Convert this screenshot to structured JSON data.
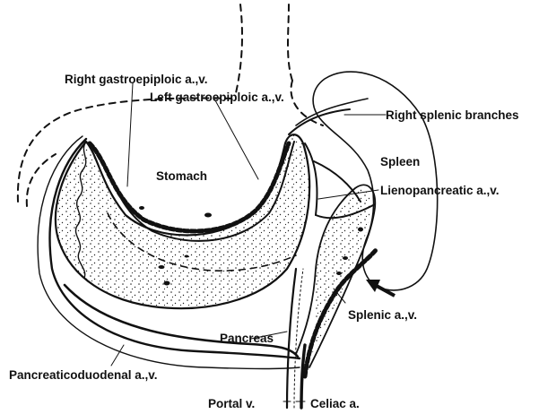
{
  "labels": {
    "right_gastroepiploic": "Right gastroepiploic a.,v.",
    "left_gastroepiploic": "Left gastroepiploic a.,v.",
    "right_splenic_branches": "Right splenic branches",
    "stomach": "Stomach",
    "spleen": "Spleen",
    "lienopancreatic": "Lienopancreatic a.,v.",
    "splenic": "Splenic a.,v.",
    "pancreas": "Pancreas",
    "pancreaticoduodenal": "Pancreaticoduodenal a.,v.",
    "portal": "Portal v.",
    "celiac": "Celiac a."
  },
  "colors": {
    "ink": "#111111",
    "background": "#ffffff"
  }
}
